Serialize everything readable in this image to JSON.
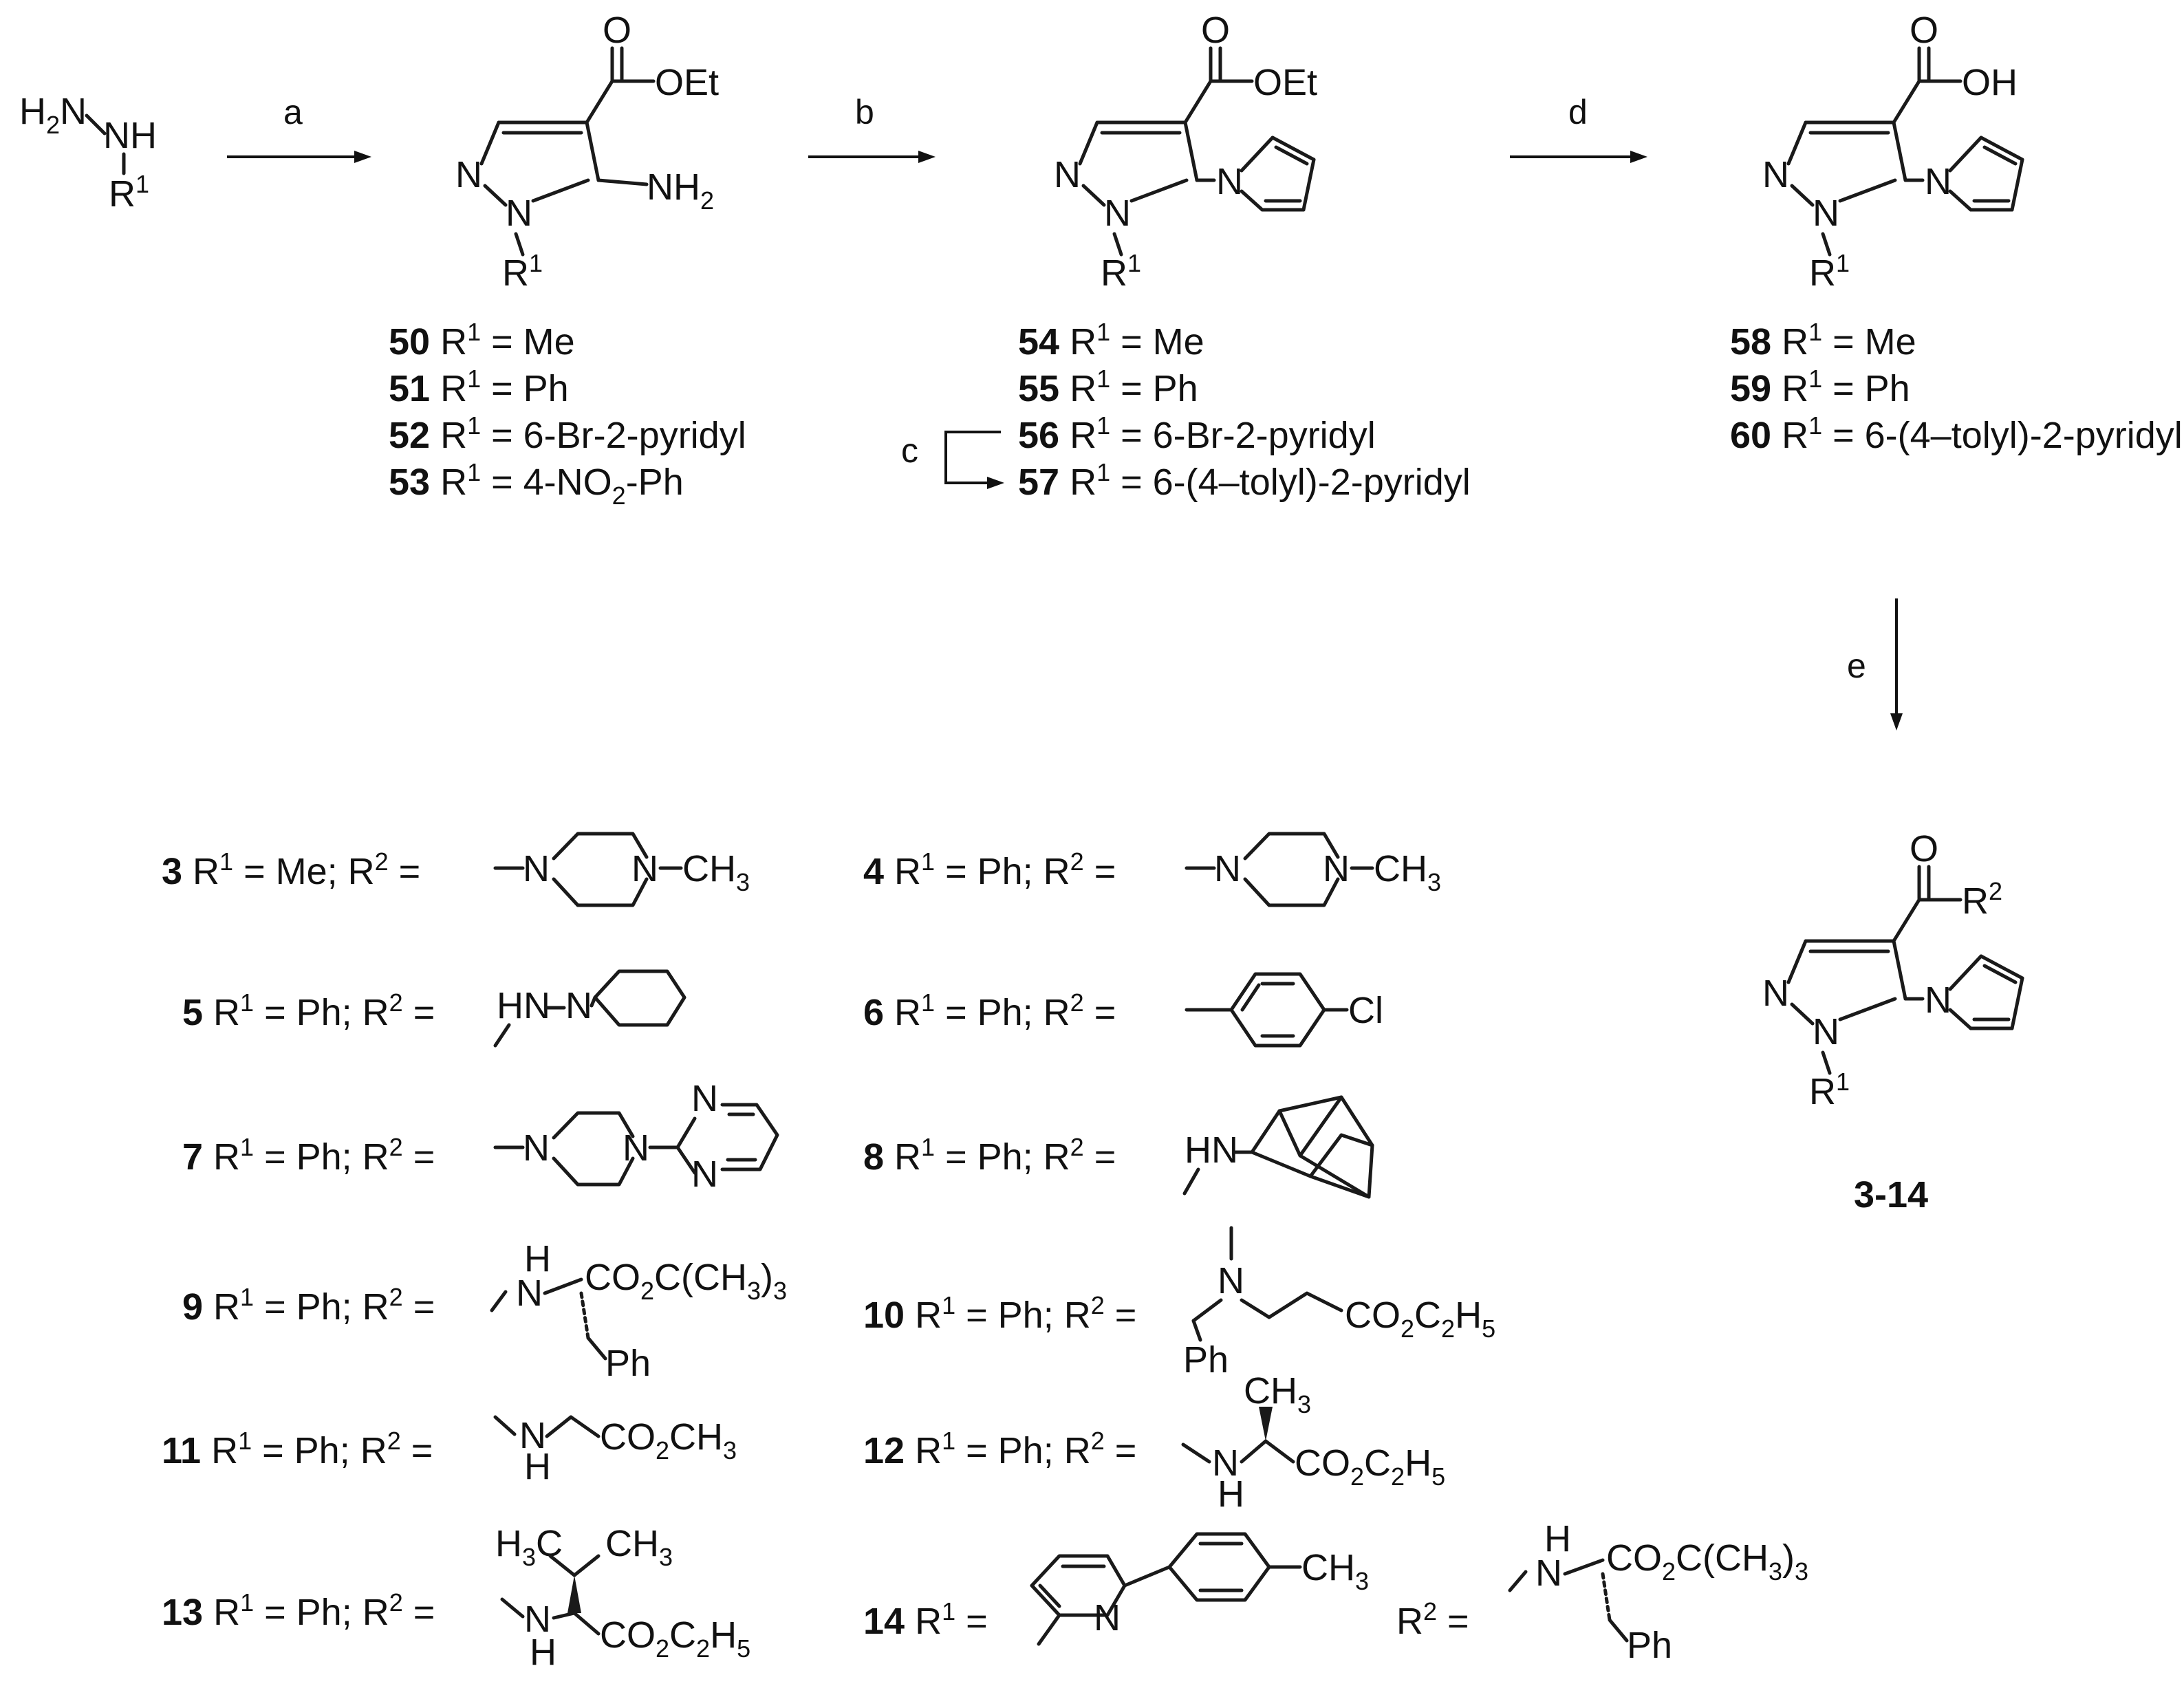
{
  "steps": {
    "a": "a",
    "b": "b",
    "c": "c",
    "d": "d",
    "e": "e"
  },
  "atoms": {
    "H": "H",
    "H2": "2",
    "N": "N",
    "NH": "NH",
    "R": "R",
    "one": "1",
    "two": "2",
    "O": "O",
    "OEt": "OEt",
    "OH": "OH",
    "NH2": "NH",
    "CH3": "CH",
    "three": "3",
    "Cl": "Cl",
    "HN": "HN",
    "CO2C": "CO",
    "C_tBu": "C(CH",
    "close3": ")",
    "C2H5": "C",
    "five": "5",
    "Ph": "Ph",
    "H3C": "H",
    "C": "C"
  },
  "compounds_top": [
    {
      "num": "50",
      "r1": "Me"
    },
    {
      "num": "51",
      "r1": "Ph"
    },
    {
      "num": "52",
      "r1": "6-Br-2-pyridyl"
    },
    {
      "num": "53",
      "r1_pre": "4-NO",
      "r1_sub": "2",
      "r1_post": "-Ph"
    },
    {
      "num": "54",
      "r1": "Me"
    },
    {
      "num": "55",
      "r1": "Ph"
    },
    {
      "num": "56",
      "r1": "6-Br-2-pyridyl"
    },
    {
      "num": "57",
      "r1": "6-(4–tolyl)-2-pyridyl"
    },
    {
      "num": "58",
      "r1": "Me"
    },
    {
      "num": "59",
      "r1": "Ph"
    },
    {
      "num": "60",
      "r1": "6-(4–tolyl)-2-pyridyl"
    }
  ],
  "product_label": "3-14",
  "table": [
    {
      "num": "3",
      "r1": "Me"
    },
    {
      "num": "4",
      "r1": "Ph"
    },
    {
      "num": "5",
      "r1": "Ph"
    },
    {
      "num": "6",
      "r1": "Ph"
    },
    {
      "num": "7",
      "r1": "Ph"
    },
    {
      "num": "8",
      "r1": "Ph"
    },
    {
      "num": "9",
      "r1": "Ph"
    },
    {
      "num": "10",
      "r1": "Ph"
    },
    {
      "num": "11",
      "r1": "Ph"
    },
    {
      "num": "12",
      "r1": "Ph"
    },
    {
      "num": "13",
      "r1": "Ph"
    },
    {
      "num": "14"
    }
  ],
  "text_parts": {
    "eq": " = ",
    "sep": "; ",
    "R_label": "R",
    "eq_tail": " ="
  }
}
